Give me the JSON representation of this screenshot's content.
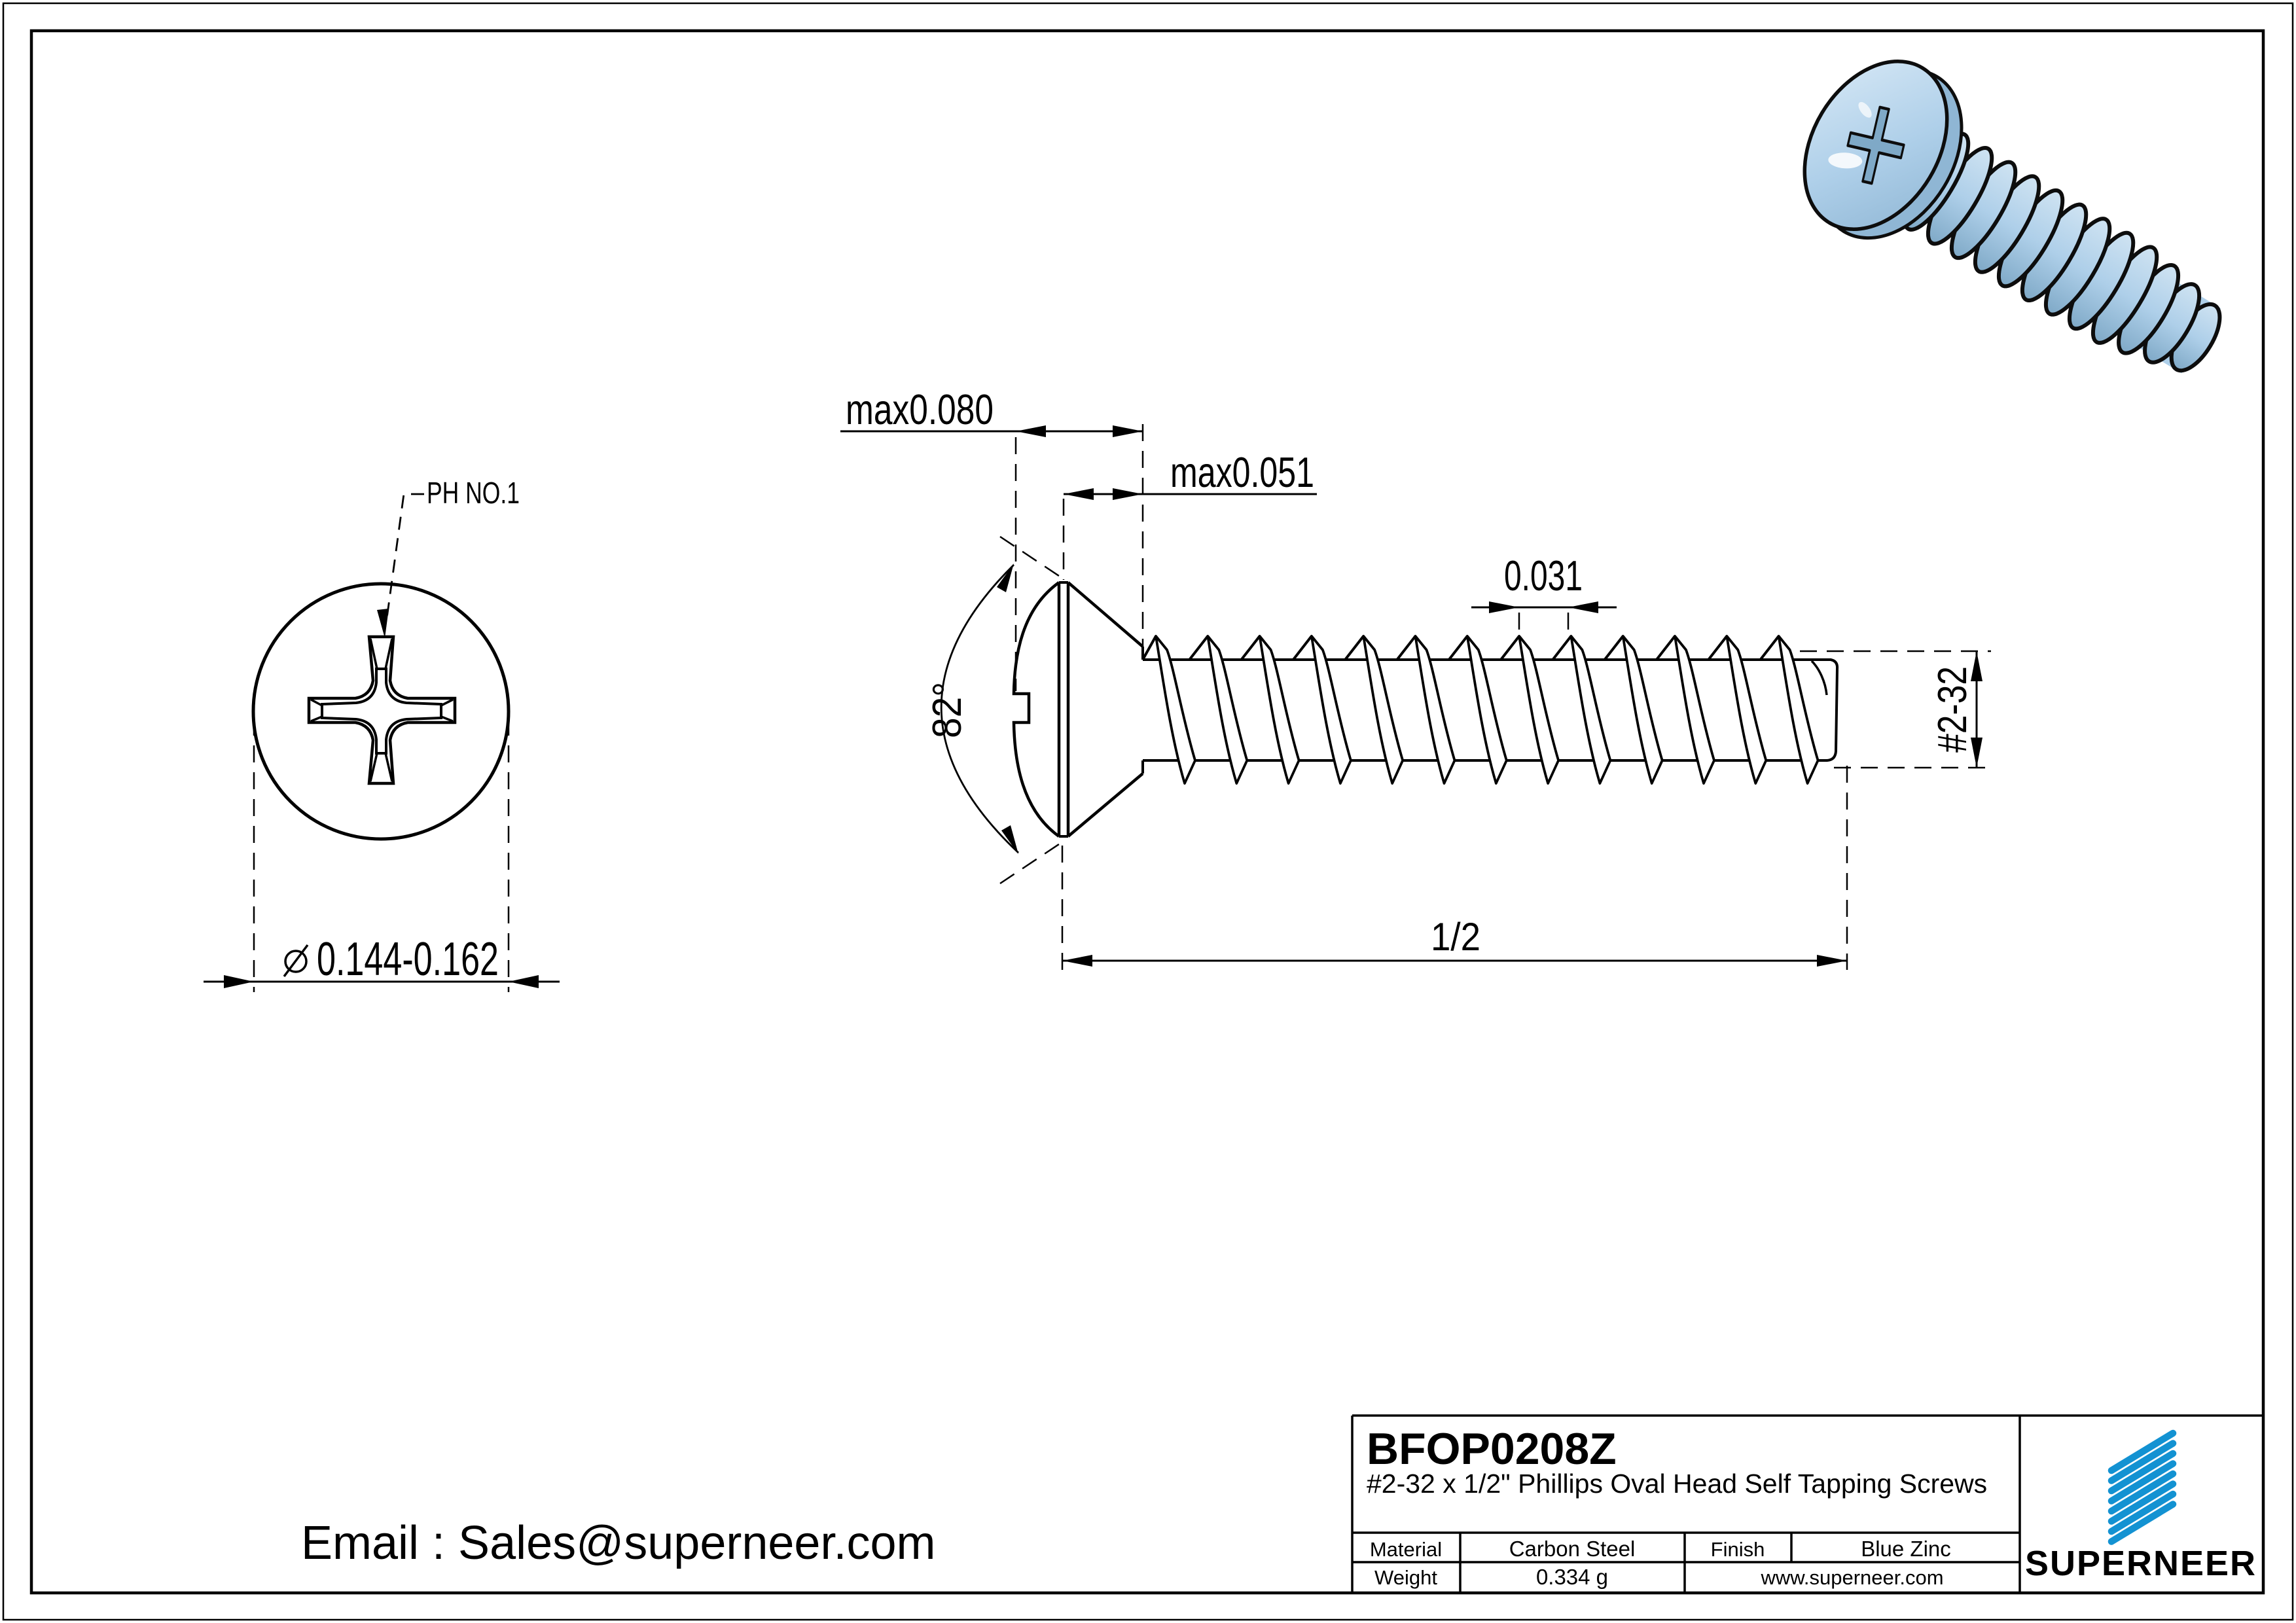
{
  "title_block": {
    "part_number": "BFOP0208Z",
    "description": "#2-32 x 1/2\" Phillips Oval Head Self Tapping Screws",
    "material_label": "Material",
    "material_value": "Carbon Steel",
    "finish_label": "Finish",
    "finish_value": "Blue Zinc",
    "weight_label": "Weight",
    "weight_value": "0.334 g",
    "website": "www.superneer.com",
    "brand": "SUPERNEER"
  },
  "contact": {
    "email": "Email : Sales@superneer.com"
  },
  "views": {
    "front": {
      "drive_label": "PH NO.1",
      "diameter": "0.144-0.162",
      "diameter_symbol": "diameter-symbol"
    },
    "side": {
      "head_height": "max0.080",
      "side_height": "max0.051",
      "pitch": "0.031",
      "angle": "82°",
      "thread_size": "#2-32",
      "length": "1/2"
    }
  },
  "colors": {
    "accent_blue": "#1392d2",
    "link_blue": "#2e9fd8",
    "screw_fill": "#aecfe9",
    "screw_highlight": "#d8e9f6",
    "screw_shade": "#8fb6d4",
    "screw_dark": "#7fa9c7",
    "line": "#000000"
  }
}
